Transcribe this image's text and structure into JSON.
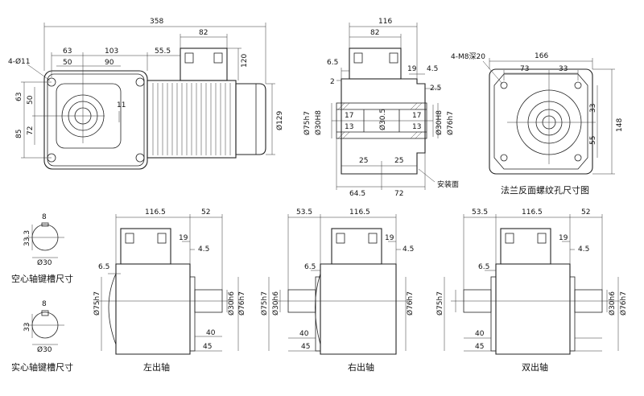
{
  "front_view": {
    "d358": "358",
    "d82": "82",
    "d63": "63",
    "d103": "103",
    "d555": "55.5",
    "d50": "50",
    "d90": "90",
    "d120": "120",
    "d4011": "4-Ø11",
    "d63v": "63",
    "d50v": "50",
    "d72v": "72",
    "d85v": "85",
    "d11": "11",
    "d129": "Ø129"
  },
  "side_view": {
    "d116": "116",
    "d82": "82",
    "d65": "6.5",
    "d19": "19",
    "d45": "4.5",
    "d2": "2",
    "d25": "2.5",
    "d75h7": "Ø75h7",
    "d30h8l": "Ø30H8",
    "d17a": "17",
    "d13a": "13",
    "d305": "Ø30.5",
    "d17b": "17",
    "d13b": "13",
    "d30h8r": "Ø30H8",
    "d76h7": "Ø76h7",
    "d25l": "25",
    "d25r": "25",
    "d645": "64.5",
    "d72": "72",
    "mount_face": "安装面"
  },
  "flange_view": {
    "d4m8": "4-M8深20",
    "d166": "166",
    "d73": "73",
    "d33": "33",
    "d33v": "33",
    "d55v": "55",
    "d148": "148",
    "caption": "法兰反面螺纹孔尺寸图"
  },
  "hollow_keyway": {
    "d8": "8",
    "d333": "33.3",
    "d30": "Ø30",
    "caption": "空心轴键槽尺寸"
  },
  "solid_keyway": {
    "d8": "8",
    "d33": "33",
    "d30": "Ø30",
    "caption": "实心轴键槽尺寸"
  },
  "left_output": {
    "d1165": "116.5",
    "d52": "52",
    "d19": "19",
    "d45": "4.5",
    "d65": "6.5",
    "d75h7": "Ø75h7",
    "d30h6": "Ø30h6",
    "d76h7": "Ø76h7",
    "d40": "40",
    "d45b": "45",
    "caption": "左出轴"
  },
  "right_output": {
    "d535": "53.5",
    "d1165": "116.5",
    "d19": "19",
    "d45": "4.5",
    "d65": "6.5",
    "d75h7": "Ø75h7",
    "d30h6": "Ø30h6",
    "d76h7": "Ø76h7",
    "d40": "40",
    "d45b": "45",
    "caption": "右出轴"
  },
  "double_output": {
    "d535": "53.5",
    "d1165": "116.5",
    "d52": "52",
    "d19": "19",
    "d45": "4.5",
    "d65": "6.5",
    "d75h7": "Ø75h7",
    "d30h6": "Ø30h6",
    "d76h7": "Ø76h7",
    "d40": "40",
    "d45b": "45",
    "caption": "双出轴"
  }
}
